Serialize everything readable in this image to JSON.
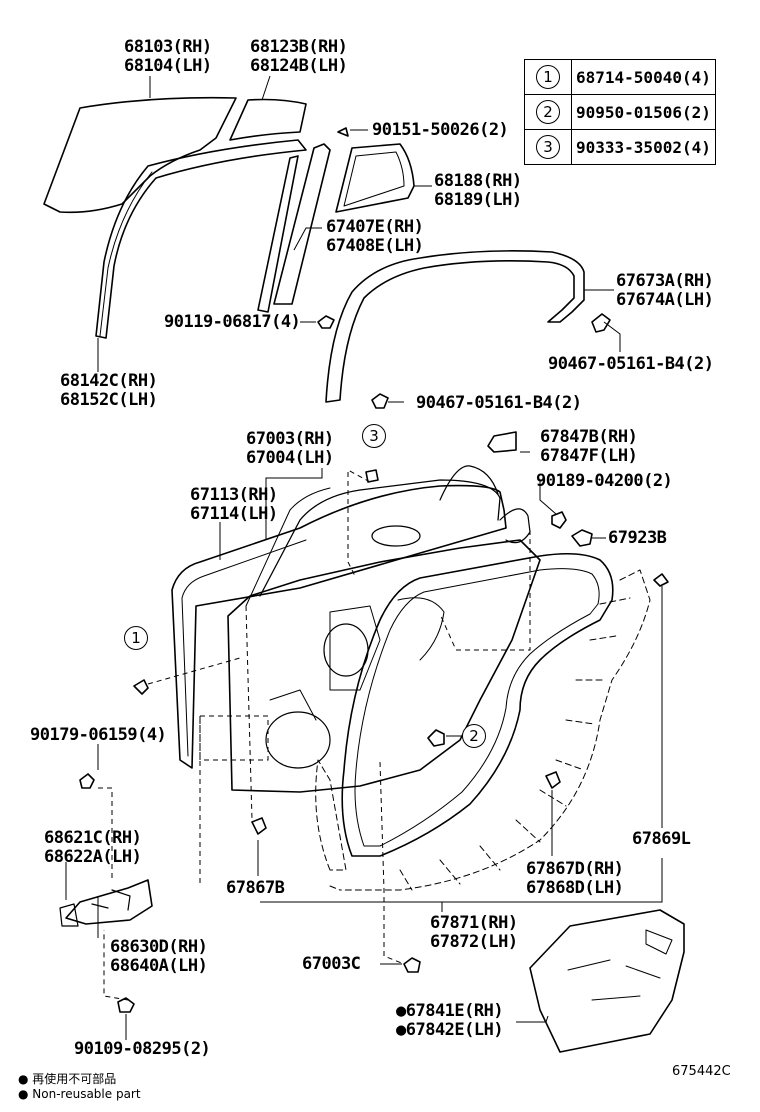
{
  "legend": [
    {
      "marker": "1",
      "part": "68714-50040(4)"
    },
    {
      "marker": "2",
      "part": "90950-01506(2)"
    },
    {
      "marker": "3",
      "part": "90333-35002(4)"
    }
  ],
  "labels": {
    "glass_front": [
      "68103(RH)",
      "68104(LH)"
    ],
    "glass_rear": [
      "68123B(RH)",
      "68124B(LH)"
    ],
    "screw_90151": "90151-50026(2)",
    "glass_quarter": [
      "68188(RH)",
      "68189(LH)"
    ],
    "channel_67407": [
      "67407E(RH)",
      "67408E(LH)"
    ],
    "weatherstrip_67673": [
      "67673A(RH)",
      "67674A(LH)"
    ],
    "screw_90119": "90119-06817(4)",
    "clip_90467_top": "90467-05161-B4(2)",
    "run_68142": [
      "68142C(RH)",
      "68152C(LH)"
    ],
    "clip_90467_bottom": "90467-05161-B4(2)",
    "door_panel": [
      "67003(RH)",
      "67004(LH)"
    ],
    "cover_67847": [
      "67847B(RH)",
      "67847F(LH)"
    ],
    "bolt_90189": "90189-04200(2)",
    "frame_67113": [
      "67113(RH)",
      "67114(LH)"
    ],
    "part_67923": "67923B",
    "bolt_90179": "90179-06159(4)",
    "check_68621": [
      "68621C(RH)",
      "68622A(LH)"
    ],
    "part_67869": "67869L",
    "part_67867": "67867B",
    "weatherstrip_67867d": [
      "67867D(RH)",
      "67868D(LH)"
    ],
    "weatherstrip_67871": [
      "67871(RH)",
      "67872(LH)"
    ],
    "check_68630": [
      "68630D(RH)",
      "68640A(LH)"
    ],
    "part_67003c": "67003C",
    "cover_67841": [
      "●67841E(RH)",
      "●67842E(LH)"
    ],
    "bolt_90109": "90109-08295(2)",
    "marker_1": "1",
    "marker_2": "2",
    "marker_3": "3"
  },
  "footnote": {
    "line1": "● 再使用不可部品",
    "line2": "● Non-reusable part"
  },
  "diagram_id": "675442C"
}
